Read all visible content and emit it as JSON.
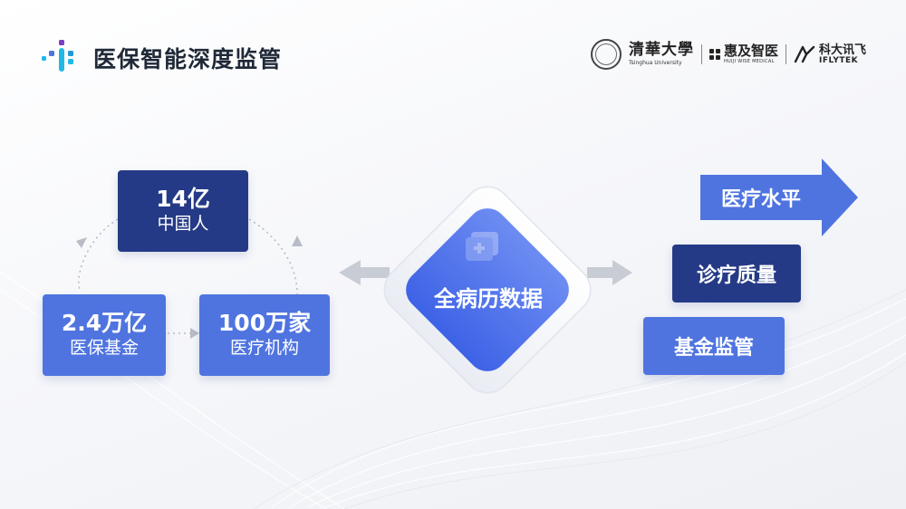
{
  "header": {
    "title": "医保智能深度监管",
    "logos": {
      "tsinghua_cn": "清華大學",
      "tsinghua_en": "Tsinghua University",
      "huiji_cn": "惠及智医",
      "huiji_en": "HUIJI WISE MEDICAL",
      "iflytek_cn": "科大讯飞",
      "iflytek_en": "IFLYTEK"
    }
  },
  "cycle": {
    "people": {
      "value": "14亿",
      "label": "中国人"
    },
    "fund": {
      "value": "2.4万亿",
      "label": "医保基金"
    },
    "institutions": {
      "value": "100万家",
      "label": "医疗机构"
    }
  },
  "center": {
    "label": "全病历数据"
  },
  "outcomes": [
    {
      "label": "医疗水平"
    },
    {
      "label": "诊疗质量"
    },
    {
      "label": "基金监管"
    }
  ],
  "colors": {
    "dark_blue": "#253a86",
    "mid_blue": "#4f74e0",
    "accent_arrow": "#4f74e0",
    "logo_cyan": "#22b8e6",
    "logo_purple": "#7b3fc4"
  }
}
